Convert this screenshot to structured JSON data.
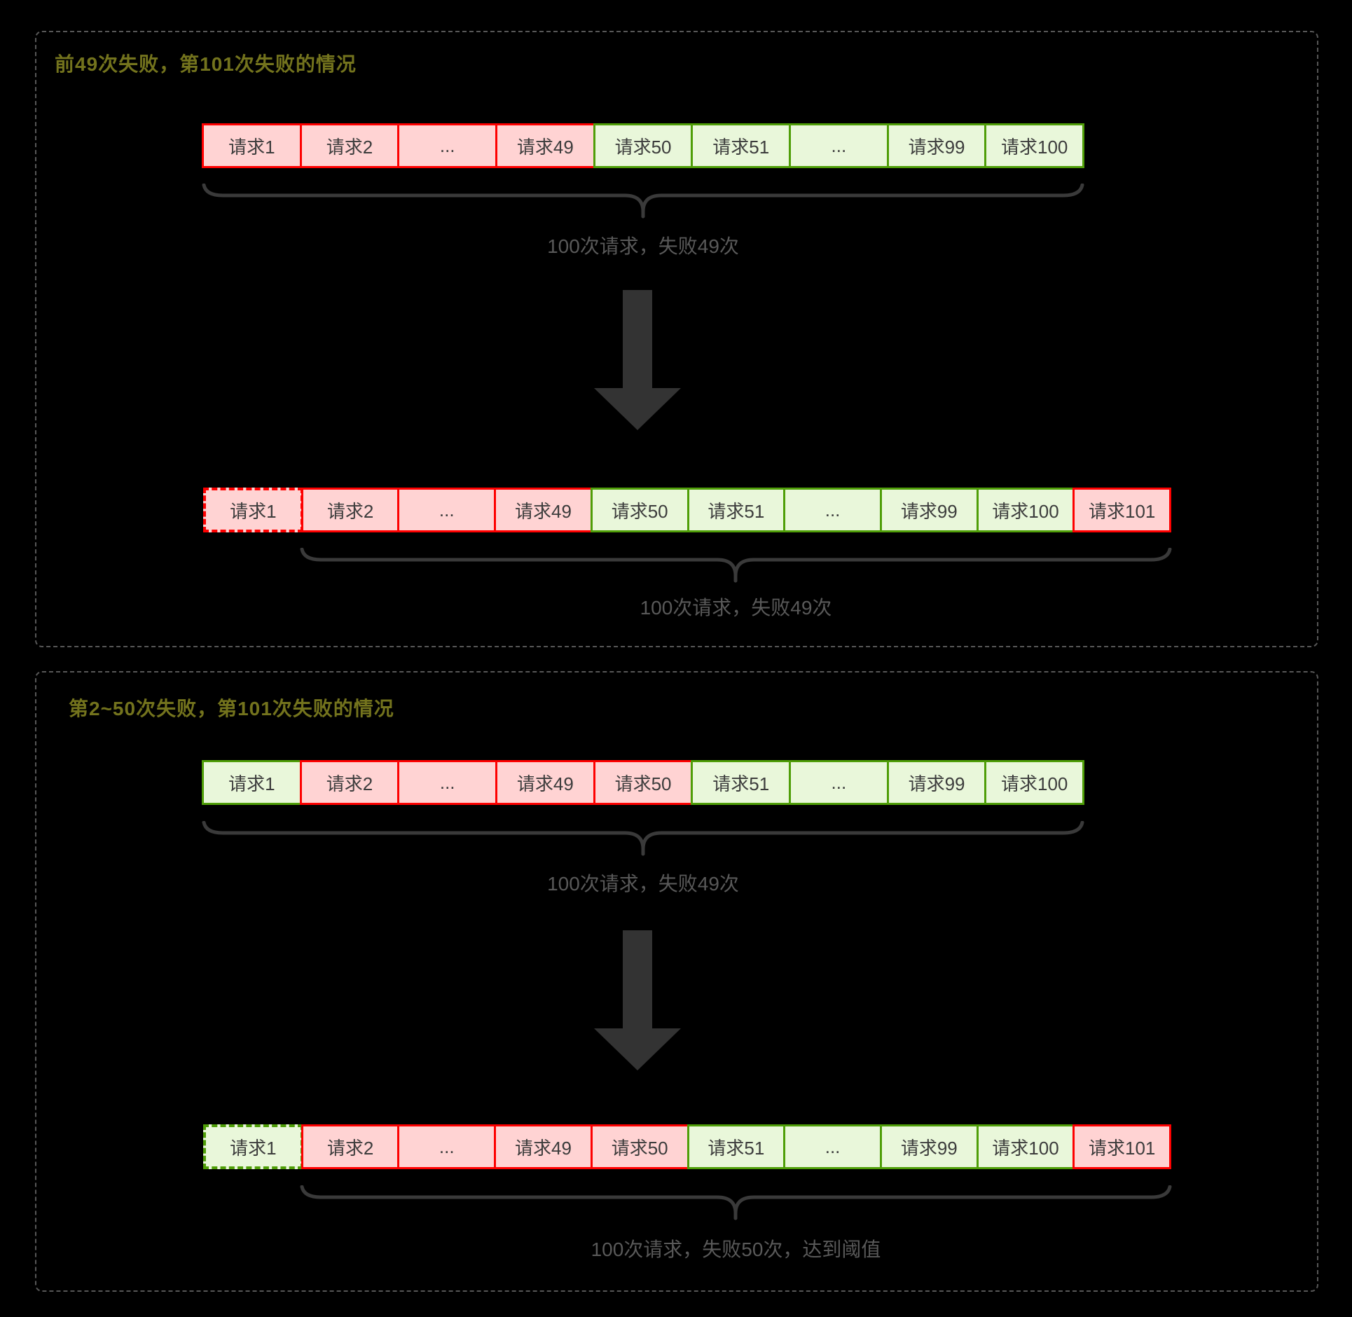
{
  "colors": {
    "background": "#000000",
    "box_border": "#575757",
    "title": "#73731d",
    "fail_fill": "#ffd3d3",
    "fail_border": "#fe0000",
    "ok_fill": "#e9f7da",
    "ok_border": "#4f9e08",
    "cell_text": "#3c3c3c",
    "caption_text": "#595959",
    "brace": "#3a3a3a",
    "arrow": "#333333"
  },
  "sections": [
    {
      "title": "前49次失败，第101次失败的情况",
      "rows": [
        {
          "cells": [
            {
              "label": "请求1",
              "state": "fail"
            },
            {
              "label": "请求2",
              "state": "fail"
            },
            {
              "label": "...",
              "state": "fail"
            },
            {
              "label": "请求49",
              "state": "fail"
            },
            {
              "label": "请求50",
              "state": "ok"
            },
            {
              "label": "请求51",
              "state": "ok"
            },
            {
              "label": "...",
              "state": "ok"
            },
            {
              "label": "请求99",
              "state": "ok"
            },
            {
              "label": "请求100",
              "state": "ok"
            }
          ],
          "caption": "100次请求，失败49次"
        },
        {
          "cells": [
            {
              "label": "请求1",
              "state": "fail-dashed"
            },
            {
              "label": "请求2",
              "state": "fail"
            },
            {
              "label": "...",
              "state": "fail"
            },
            {
              "label": "请求49",
              "state": "fail"
            },
            {
              "label": "请求50",
              "state": "ok"
            },
            {
              "label": "请求51",
              "state": "ok"
            },
            {
              "label": "...",
              "state": "ok"
            },
            {
              "label": "请求99",
              "state": "ok"
            },
            {
              "label": "请求100",
              "state": "ok"
            },
            {
              "label": "请求101",
              "state": "fail"
            }
          ],
          "caption": "100次请求，失败49次"
        }
      ]
    },
    {
      "title": "第2~50次失败，第101次失败的情况",
      "rows": [
        {
          "cells": [
            {
              "label": "请求1",
              "state": "ok"
            },
            {
              "label": "请求2",
              "state": "fail"
            },
            {
              "label": "...",
              "state": "fail"
            },
            {
              "label": "请求49",
              "state": "fail"
            },
            {
              "label": "请求50",
              "state": "fail"
            },
            {
              "label": "请求51",
              "state": "ok"
            },
            {
              "label": "...",
              "state": "ok"
            },
            {
              "label": "请求99",
              "state": "ok"
            },
            {
              "label": "请求100",
              "state": "ok"
            }
          ],
          "caption": "100次请求，失败49次"
        },
        {
          "cells": [
            {
              "label": "请求1",
              "state": "ok-dashed"
            },
            {
              "label": "请求2",
              "state": "fail"
            },
            {
              "label": "...",
              "state": "fail"
            },
            {
              "label": "请求49",
              "state": "fail"
            },
            {
              "label": "请求50",
              "state": "fail"
            },
            {
              "label": "请求51",
              "state": "ok"
            },
            {
              "label": "...",
              "state": "ok"
            },
            {
              "label": "请求99",
              "state": "ok"
            },
            {
              "label": "请求100",
              "state": "ok"
            },
            {
              "label": "请求101",
              "state": "fail"
            }
          ],
          "caption": "100次请求，失败50次，达到阈值"
        }
      ]
    }
  ]
}
